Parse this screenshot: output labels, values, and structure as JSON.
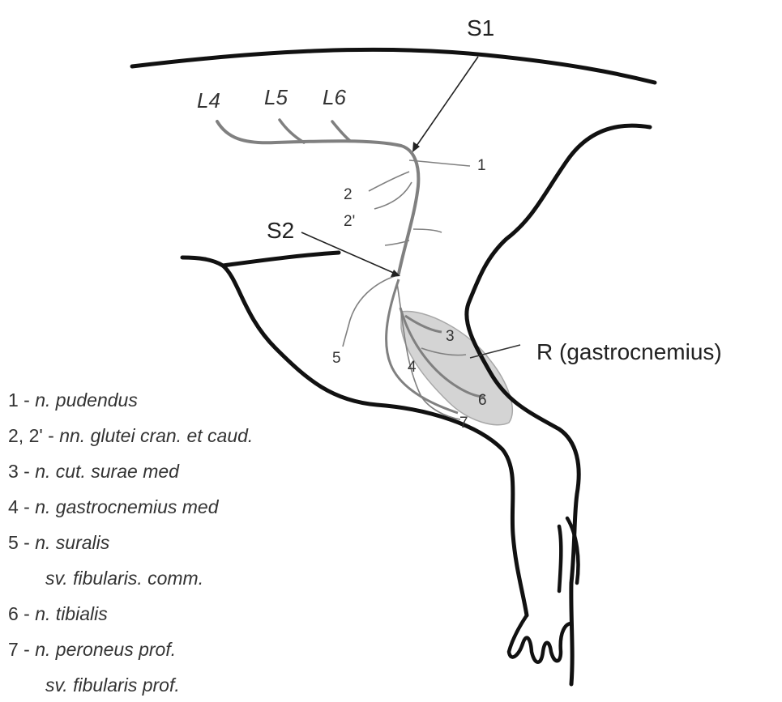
{
  "diagram": {
    "label_s1": "S1",
    "label_s2": "S2",
    "label_r": "R (gastrocnemius)",
    "roots": [
      "L4",
      "L5",
      "L6"
    ],
    "branch_numbers": {
      "n1": "1",
      "n2": "2",
      "n2p": "2'",
      "n3": "3",
      "n4": "4",
      "n5": "5",
      "n6": "6",
      "n7": "7"
    }
  },
  "legend": [
    {
      "num": "1 - ",
      "text": "n. pudendus"
    },
    {
      "num": "2, 2' - ",
      "text": "nn. glutei cran. et caud."
    },
    {
      "num": "3 - ",
      "text": "n. cut. surae med"
    },
    {
      "num": "4 - ",
      "text": "n. gastrocnemius med"
    },
    {
      "num": "5 - ",
      "text": "n. suralis"
    },
    {
      "num": "",
      "text": "sv. fibularis. comm."
    },
    {
      "num": "6 - ",
      "text": "n. tibialis"
    },
    {
      "num": "7 - ",
      "text": "n. peroneus prof."
    },
    {
      "num": "",
      "text": "sv. fibularis prof."
    }
  ],
  "colors": {
    "outline": "#111111",
    "nerve": "#808080",
    "muscle_fill": "#d4d4d4",
    "muscle_stroke": "#a8a8a8",
    "text": "#333333"
  }
}
